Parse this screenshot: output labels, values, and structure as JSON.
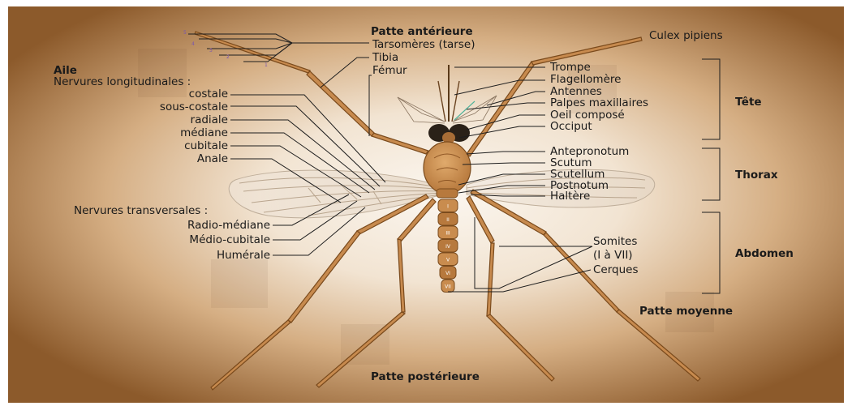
{
  "species": "Culex pipiens",
  "headers": {
    "anterior_leg": "Patte antérieure",
    "middle_leg": "Patte moyenne",
    "posterior_leg": "Patte postérieure",
    "wing": "Aile"
  },
  "anterior_leg_parts": [
    "Tarsomères (tarse)",
    "Tibia",
    "Fémur"
  ],
  "wing_veins": {
    "longitudinal_title": "Nervures longitudinales :",
    "longitudinal": [
      "costale",
      "sous-costale",
      "radiale",
      "médiane",
      "cubitale",
      "Anale"
    ],
    "transverse_title": "Nervures transversales :",
    "transverse": [
      "Radio-médiane",
      "Médio-cubitale",
      "Humérale"
    ]
  },
  "regions": {
    "head": {
      "title": "Tête",
      "parts": [
        "Trompe",
        "Flagellomère",
        "Antennes",
        "Palpes maxillaires",
        "Oeil composé",
        "Occiput"
      ]
    },
    "thorax": {
      "title": "Thorax",
      "parts": [
        "Antepronotum",
        "Scutum",
        "Scutellum",
        "Postnotum",
        "Haltère"
      ]
    },
    "abdomen": {
      "title": "Abdomen",
      "parts": [
        "Somites",
        "(I à VII)",
        "Cerques"
      ]
    }
  },
  "abdomen_segments": [
    "I",
    "II",
    "III",
    "IV",
    "V",
    "VI",
    "VII"
  ],
  "tarsomere_numbers": [
    "5",
    "4",
    "3",
    "2",
    "1"
  ],
  "colors": {
    "body": "#c98c4e",
    "body_dark": "#7a4a1c",
    "eye": "#2a2118",
    "background_edge": "#8c5a2b",
    "background_center": "#fbf6ef"
  }
}
